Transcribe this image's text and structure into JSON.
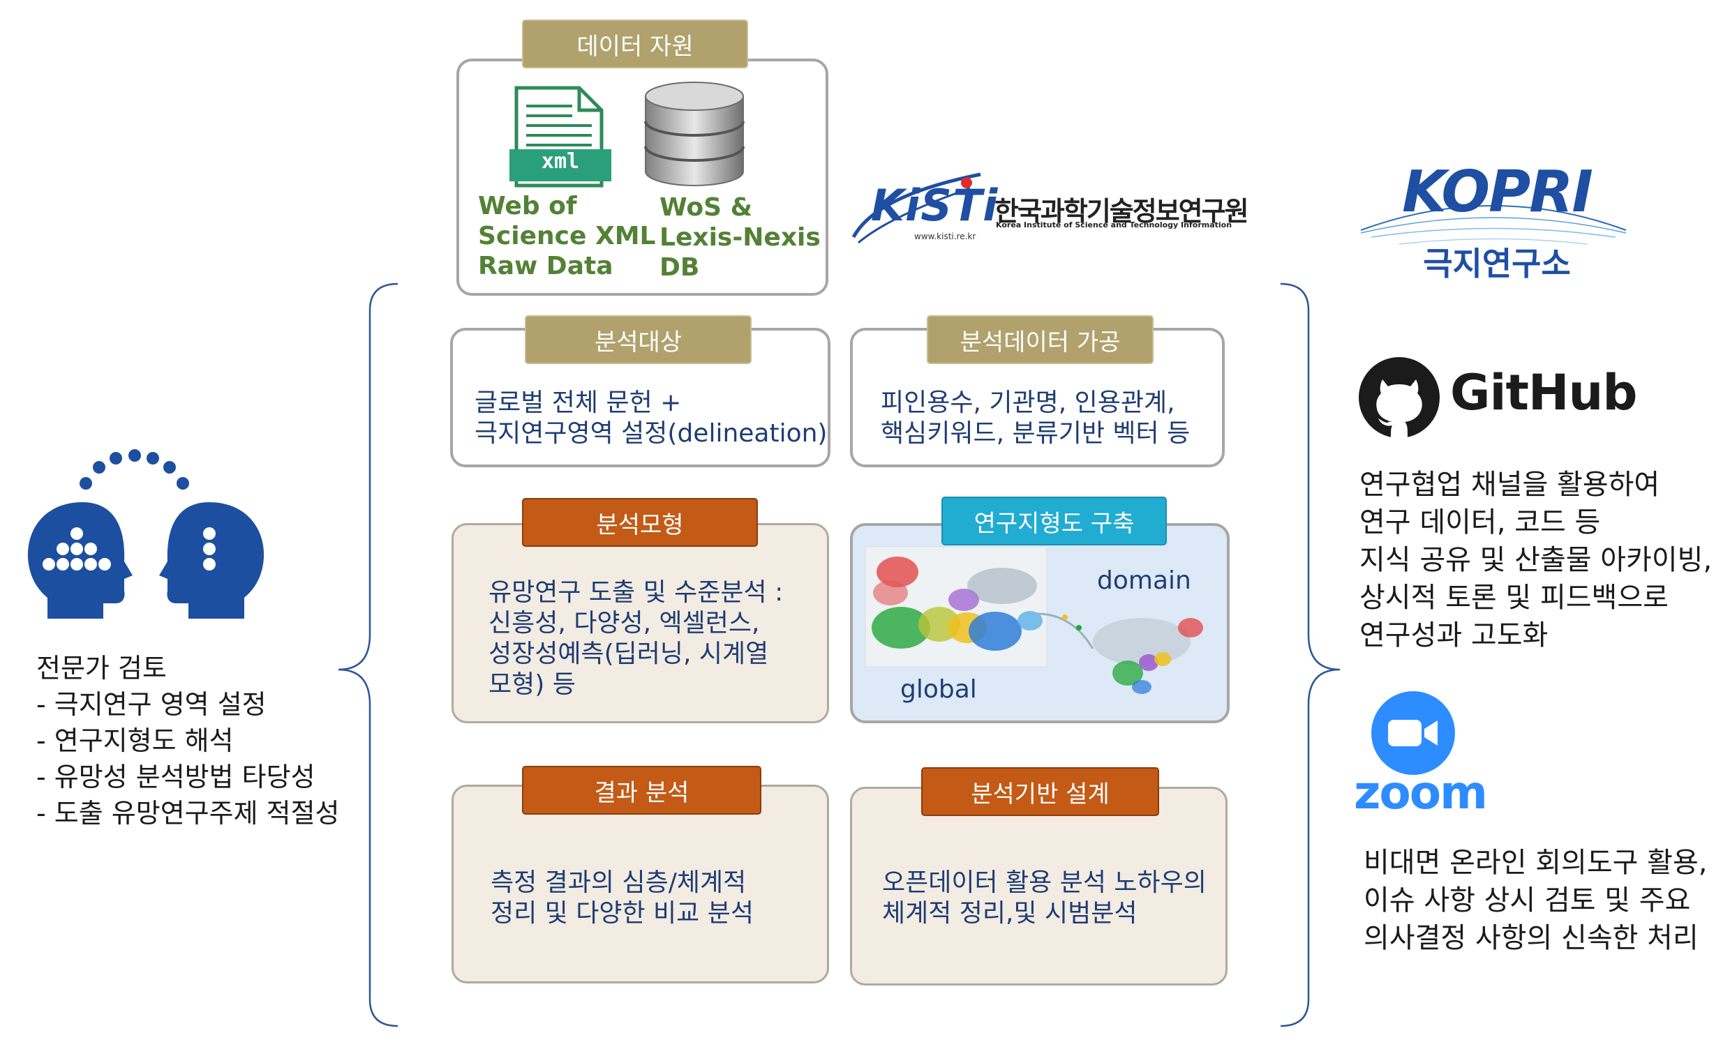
{
  "data_resource": {
    "tag": "데이터 자원",
    "xml_icon_label": "xml",
    "item1": "Web of\nScience XML\nRaw Data",
    "item2": "WoS &\nLexis-Nexis\nDB"
  },
  "kisti": {
    "logo_text": "KiSTi",
    "url": "www.kisti.re.kr",
    "name_ko": "한국과학기술정보연구원",
    "name_en": "Korea Institute of Science and Technology Information"
  },
  "kopri": {
    "logo_text": "KOPRI",
    "name_ko": "극지연구소"
  },
  "analysis_target": {
    "tag": "분석대상",
    "text": "글로벌 전체 문헌 +\n극지연구영역 설정(delineation)"
  },
  "data_processing": {
    "tag": "분석데이터 가공",
    "text": "피인용수, 기관명, 인용관계,\n핵심키워드, 분류기반 벡터 등"
  },
  "analysis_model": {
    "tag": "분석모형",
    "text": "유망연구 도출 및 수준분석 :\n신흥성, 다양성, 엑셀런스,\n성장성예측(딥러닝, 시계열\n모형) 등"
  },
  "research_map": {
    "tag": "연구지형도 구축",
    "label_domain": "domain",
    "label_global": "global"
  },
  "result_analysis": {
    "tag": "결과 분석",
    "text": "측정 결과의 심층/체계적\n정리 및 다양한  비교 분석"
  },
  "analysis_design": {
    "tag": "분석기반 설계",
    "text": "오픈데이터 활용 분석 노하우의\n체계적 정리,및 시범분석"
  },
  "expert_review": {
    "text": "전문가 검토\n - 극지연구 영역 설정\n - 연구지형도 해석\n - 유망성 분석방법 타당성\n - 도출 유망연구주제 적절성"
  },
  "github": {
    "logo_text": "GitHub",
    "text": "연구협업 채널을 활용하여\n연구 데이터, 코드 등\n지식 공유 및 산출물 아카이빙,\n상시적 토론 및 피드백으로\n연구성과 고도화"
  },
  "zoom": {
    "logo_text": "zoom",
    "text": "비대면 온라인 회의도구 활용,\n이슈 사항 상시 검토 및 주요\n의사결정 사항의 신속한 처리"
  },
  "colors": {
    "olive": "#b0a16d",
    "orange": "#c35a16",
    "cyan": "#21acd2",
    "navy_text": "#1f3d74",
    "green_text": "#538135",
    "icon_blue": "#1d4fa0"
  }
}
